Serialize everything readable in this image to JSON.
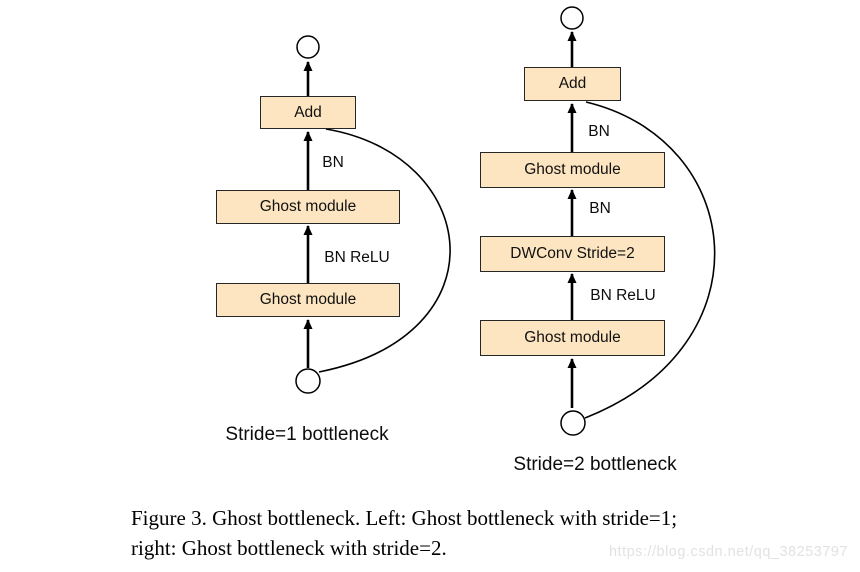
{
  "left_diagram": {
    "caption": "Stride=1 bottleneck",
    "add_label": "Add",
    "ghost_top_label": "Ghost module",
    "ghost_bottom_label": "Ghost module",
    "bn_label": "BN",
    "bn_relu_label": "BN ReLU"
  },
  "right_diagram": {
    "caption": "Stride=2 bottleneck",
    "add_label": "Add",
    "ghost_top_label": "Ghost module",
    "dwconv_label": "DWConv Stride=2",
    "ghost_bottom_label": "Ghost module",
    "bn_top_label": "BN",
    "bn_mid_label": "BN",
    "bn_relu_label": "BN ReLU"
  },
  "figure_caption": {
    "line1": "Figure 3. Ghost bottleneck. Left: Ghost bottleneck with stride=1;",
    "line2": "right: Ghost bottleneck with stride=2."
  },
  "watermark": {
    "text": "https://blog.csdn.net/qq_38253797"
  },
  "colors": {
    "node_fill": "#fce5c0",
    "node_border": "#262626",
    "arrow": "#000000",
    "watermark_text": "#e2e2e2"
  }
}
